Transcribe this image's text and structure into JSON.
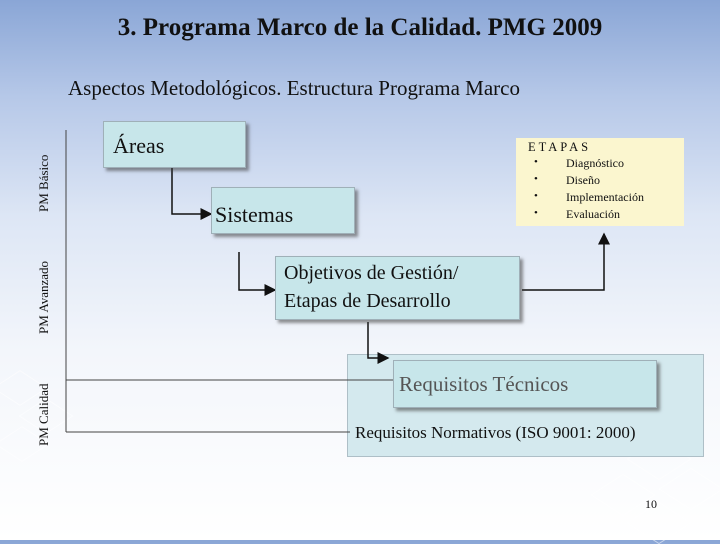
{
  "title": "3. Programa Marco de la Calidad. PMG 2009",
  "subtitle": "Aspectos Metodológicos. Estructura Programa Marco",
  "side_labels": {
    "basico": "PM Básico",
    "avanzado": "PM Avanzado",
    "calidad": "PM Calidad"
  },
  "boxes": {
    "areas": "Áreas",
    "sistemas": "Sistemas",
    "objetivos_line1": "Objetivos de Gestión/",
    "objetivos_line2": "Etapas de Desarrollo",
    "requisitos_tecnicos": "Requisitos Técnicos",
    "requisitos_normativos": "Requisitos Normativos (ISO 9001: 2000)"
  },
  "etapas": {
    "heading": "ETAPAS",
    "items": [
      "Diagnóstico",
      "Diseño",
      "Implementación",
      "Evaluación"
    ]
  },
  "page_number": "10",
  "colors": {
    "box_fill": "#c7e6ea",
    "etapas_fill": "#fbf6cf",
    "panel_fill": "#d4e9ee",
    "requisitos_text": "#555555"
  }
}
